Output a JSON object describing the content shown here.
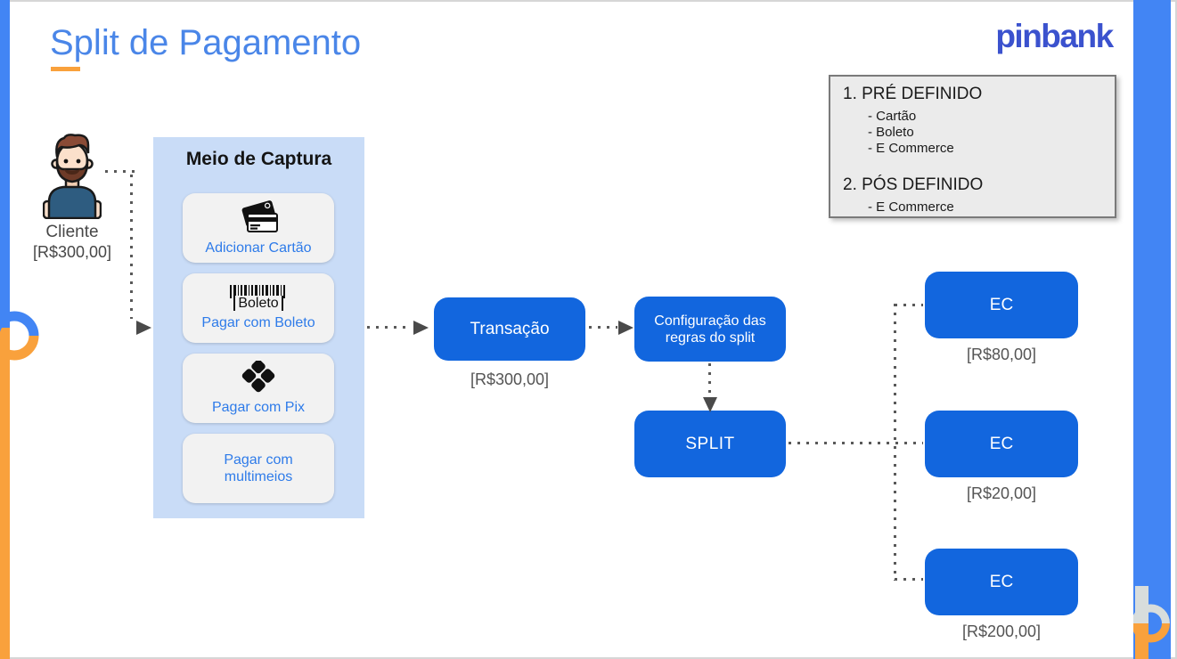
{
  "page": {
    "title": "Split de Pagamento",
    "logo": "pinbank"
  },
  "colors": {
    "title_blue": "#4A86E8",
    "logo_indigo": "#3B52CE",
    "node_blue": "#1266DE",
    "panel_blue": "#C9DCF7",
    "accent_orange": "#F9A13C",
    "edge_strip_blue": "#4285F4"
  },
  "info_box": {
    "sections": [
      {
        "heading": "1. PRÉ DEFINIDO",
        "items": [
          "- Cartão",
          "- Boleto",
          "- E Commerce"
        ]
      },
      {
        "heading": "2. PÓS DEFINIDO",
        "items": [
          "- E Commerce"
        ]
      }
    ]
  },
  "client": {
    "label": "Cliente",
    "amount": "[R$300,00]"
  },
  "capture_panel": {
    "title": "Meio de Captura",
    "boleto_icon_text": "Boleto",
    "options": [
      {
        "label": "Adicionar Cartão",
        "icon": "credit-card-icon"
      },
      {
        "label": "Pagar com Boleto",
        "icon": "boleto-barcode-icon"
      },
      {
        "label": "Pagar com Pix",
        "icon": "pix-icon"
      },
      {
        "label": "Pagar com multimeios",
        "icon": "none"
      }
    ]
  },
  "flow": {
    "transacao": {
      "label": "Transação",
      "amount": "[R$300,00]"
    },
    "config": {
      "label": "Configuração das regras do split"
    },
    "split": {
      "label": "SPLIT"
    },
    "ec_nodes": [
      {
        "label": "EC",
        "amount": "[R$80,00]"
      },
      {
        "label": "EC",
        "amount": "[R$20,00]"
      },
      {
        "label": "EC",
        "amount": "[R$200,00]"
      }
    ]
  }
}
